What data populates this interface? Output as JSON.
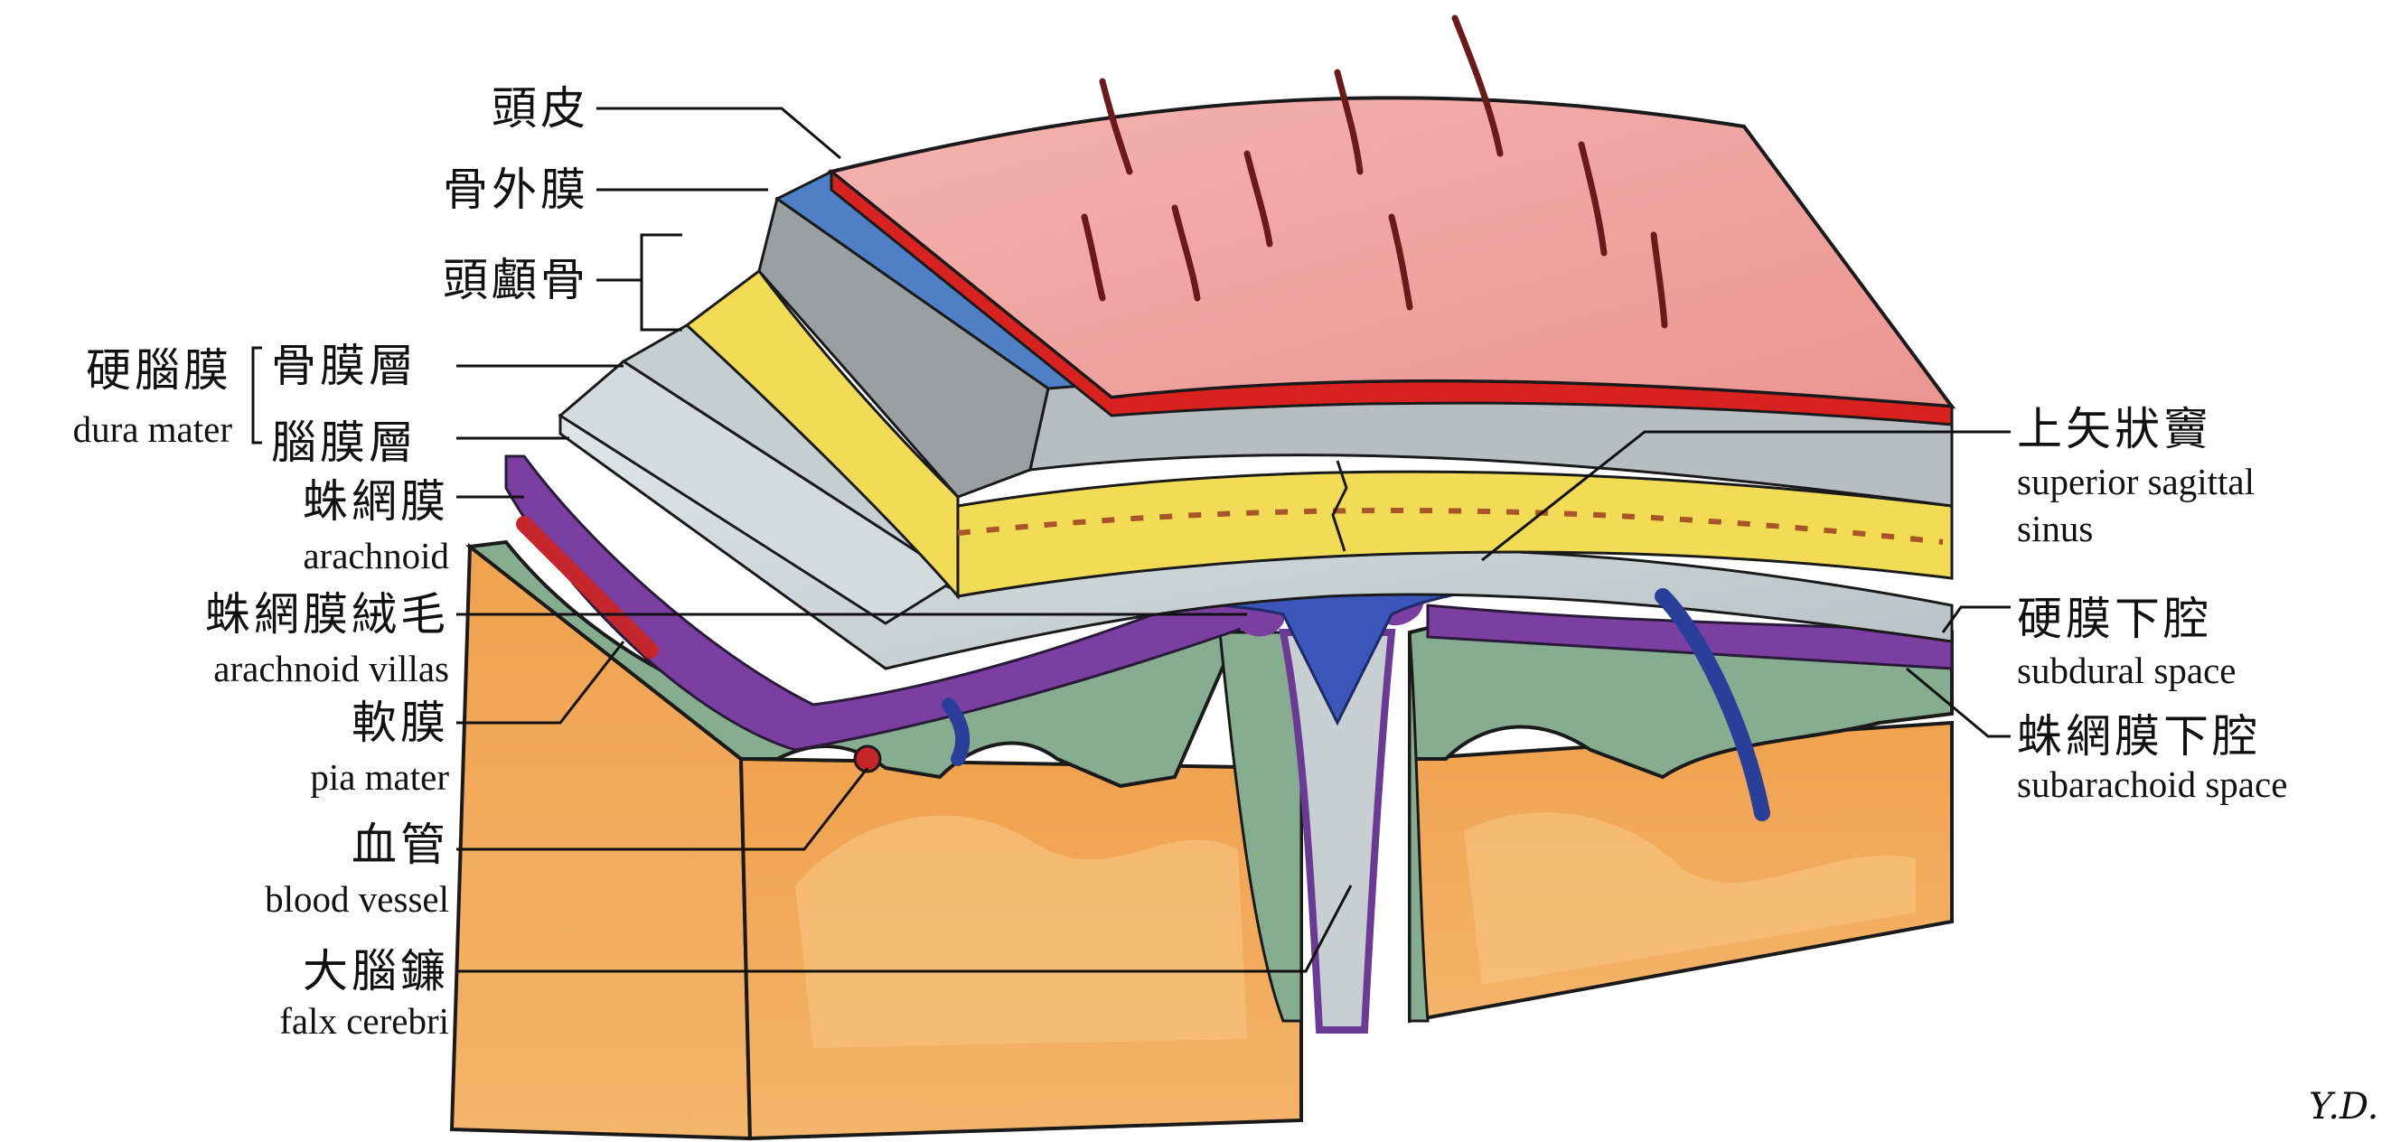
{
  "labels": {
    "scalp": "頭皮",
    "pericranium": "骨外膜",
    "skull": "頭顱骨",
    "dura_zh": "硬腦膜",
    "dura_en": "dura mater",
    "periosteal_layer": "骨膜層",
    "meningeal_layer": "腦膜層",
    "arachnoid_zh": "蛛網膜",
    "arachnoid_en": "arachnoid",
    "villi_zh": "蛛網膜絨毛",
    "villi_en": "arachnoid villas",
    "pia_zh": "軟膜",
    "pia_en": "pia mater",
    "vessel_zh": "血管",
    "vessel_en": "blood vessel",
    "falx_zh": "大腦鐮",
    "falx_en": "falx cerebri",
    "sinus_zh": "上矢狀竇",
    "sinus_en_1": "superior sagittal",
    "sinus_en_2": "sinus",
    "subdural_zh": "硬膜下腔",
    "subdural_en": "subdural space",
    "subarachnoid_zh": "蛛網膜下腔",
    "subarachnoid_en": "subarachoid space"
  },
  "signature": "Y.D.",
  "colors": {
    "scalp": "#ef9f9c",
    "scalp_edge": "#d8221f",
    "pericranium": "#4f7fc4",
    "skull": "#f2dc55",
    "dura": "#c9d3d6",
    "arachnoid": "#7b3fa2",
    "pia": "#7fa88a",
    "brain": "#e9934a",
    "sinus": "#3b55b8",
    "vessel": "#c4262c"
  }
}
